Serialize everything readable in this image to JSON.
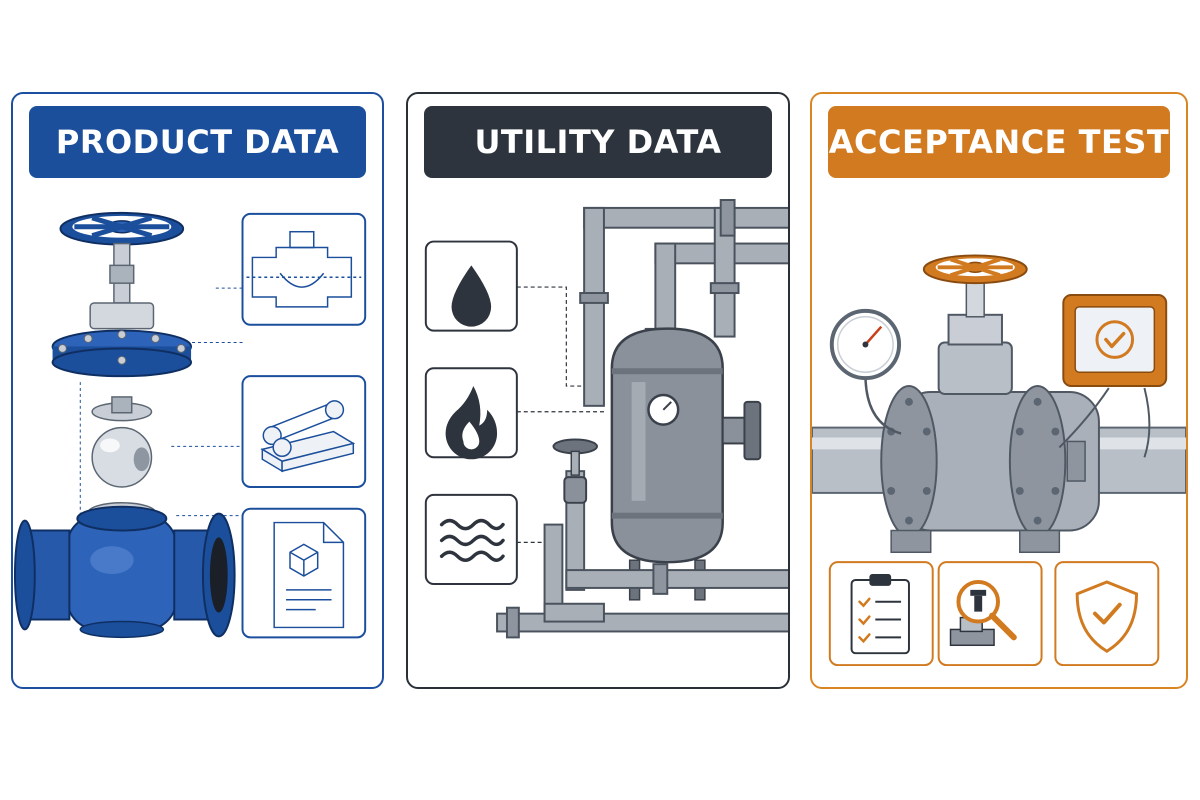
{
  "panels": {
    "product": {
      "title": "PRODUCT DATA",
      "accent": "#1b4f9c"
    },
    "utility": {
      "title": "UTILITY DATA",
      "accent": "#2e343d"
    },
    "acceptance": {
      "title": "ACCEPTANCE TEST",
      "accent": "#d17a20"
    }
  },
  "icons": {
    "product": [
      "technical-drawing-icon",
      "raw-material-icon",
      "document-icon"
    ],
    "utility": [
      "water-drop-icon",
      "flame-icon",
      "waves-icon"
    ],
    "acceptance": [
      "checklist-icon",
      "inspection-magnifier-icon",
      "shield-check-icon"
    ]
  }
}
